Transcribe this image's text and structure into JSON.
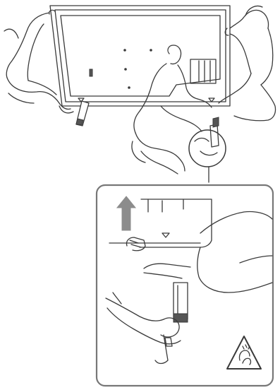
{
  "figure": {
    "kind": "assembly-instruction-illustration",
    "colors": {
      "line": "#3a3a3a",
      "arrow": "#8c8c8c",
      "frame": "#777777",
      "background": "#ffffff"
    },
    "icons": [
      "tv-back-panel",
      "stand-leg",
      "up-arrow-icon",
      "pinch-warning-icon",
      "magnifier-callout"
    ]
  }
}
